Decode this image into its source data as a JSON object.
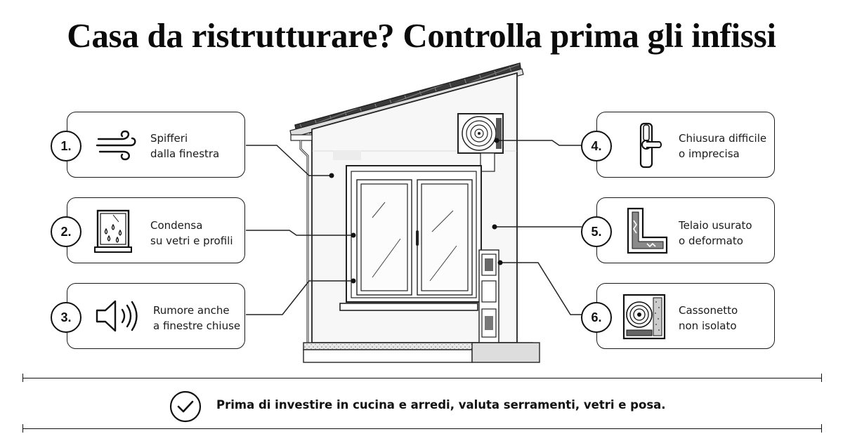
{
  "title": "Casa da ristrutturare? Controlla prima gli infissi",
  "items": [
    {
      "number": "1.",
      "line1": "Spifferi",
      "line2": "dalla finestra",
      "icon": "wind-icon"
    },
    {
      "number": "2.",
      "line1": "Condensa",
      "line2": "su vetri e profili",
      "icon": "condensation-window-icon"
    },
    {
      "number": "3.",
      "line1": "Rumore anche",
      "line2": "a finestre chiuse",
      "icon": "speaker-noise-icon"
    },
    {
      "number": "4.",
      "line1": "Chiusura difficile",
      "line2": "o imprecisa",
      "icon": "window-handle-icon"
    },
    {
      "number": "5.",
      "line1": "Telaio usurato",
      "line2": "o deformato",
      "icon": "damaged-frame-icon"
    },
    {
      "number": "6.",
      "line1": "Cassonetto",
      "line2": "non isolato",
      "icon": "shutter-box-icon"
    }
  ],
  "footer": "Prima di investire in cucina e arredi, valuta serramenti, vetri e posa."
}
